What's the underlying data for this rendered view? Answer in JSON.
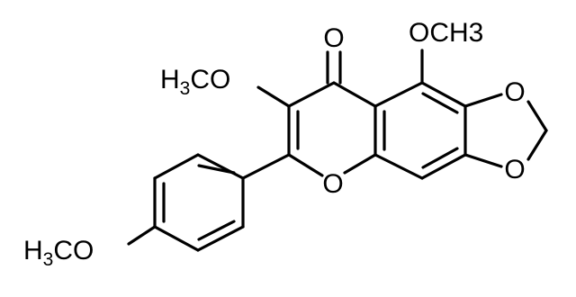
{
  "molecule": {
    "labels": {
      "carbonyl_o": "O",
      "methoxy_c8": "OCH3",
      "methoxy_c3_prefix": "H",
      "methoxy_c3_sub": "3",
      "methoxy_c3_suffix": "CO",
      "dioxole_o_top": "O",
      "dioxole_o_bottom": "O",
      "ring_o": "O",
      "methoxy_aryl_prefix": "H",
      "methoxy_aryl_sub": "3",
      "methoxy_aryl_suffix": "CO"
    },
    "colors": {
      "bond": "#000000",
      "text": "#000000",
      "background": "#ffffff"
    }
  }
}
